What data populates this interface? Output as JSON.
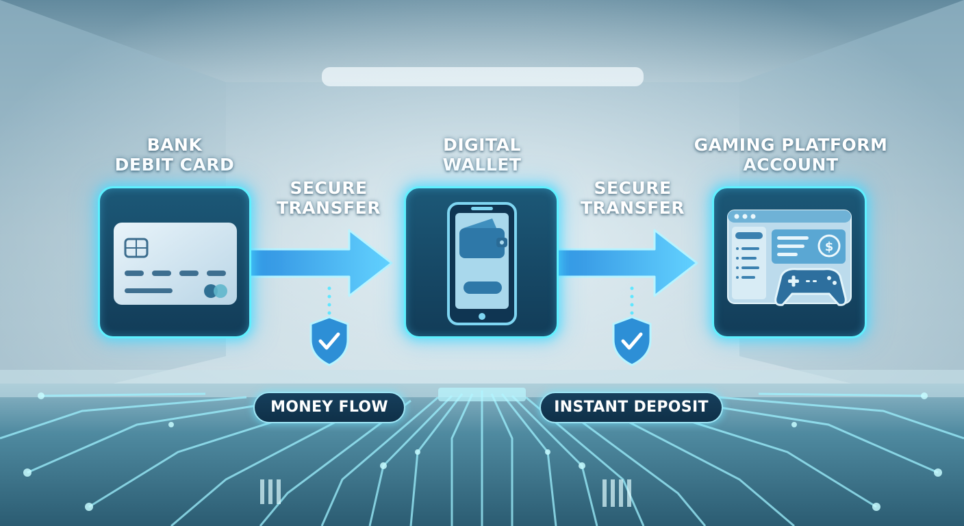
{
  "nodes": {
    "bank": {
      "line1": "BANK",
      "line2": "DEBIT CARD",
      "icon": "credit-card-icon"
    },
    "wallet": {
      "line1": "DIGITAL",
      "line2": "WALLET",
      "icon": "mobile-wallet-icon"
    },
    "platform": {
      "line1": "GAMING PLATFORM",
      "line2": "ACCOUNT",
      "icon": "gaming-dashboard-icon"
    }
  },
  "transfers": [
    {
      "line1": "SECURE",
      "line2": "TRANSFER",
      "icon": "shield-check-icon"
    },
    {
      "line1": "SECURE",
      "line2": "TRANSFER",
      "icon": "shield-check-icon"
    }
  ],
  "badges": {
    "money_flow": "MONEY FLOW",
    "instant_deposit": "INSTANT DEPOSIT"
  },
  "colors": {
    "glow": "#5ef0ff",
    "node_fill": "#154664",
    "arrow": "#41b4ff",
    "shield": "#2d8fd6",
    "text": "#ffffff"
  }
}
